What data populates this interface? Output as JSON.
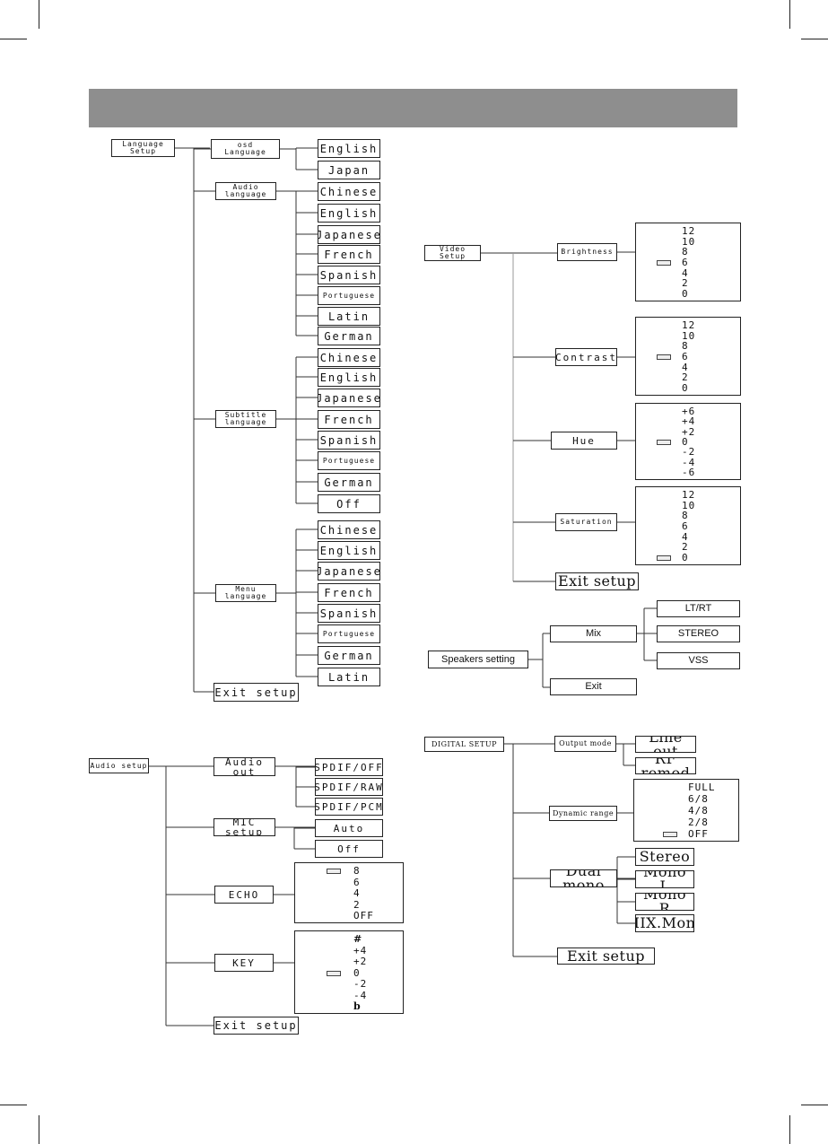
{
  "language_setup": {
    "root": "Language Setup",
    "osd": {
      "label": "osd\nLanguage",
      "options": [
        "English",
        "Japan"
      ]
    },
    "audio": {
      "label": "Audio\nlanguage",
      "options": [
        "Chinese",
        "English",
        "Japanese",
        "French",
        "Spanish",
        "Portuguese",
        "Latin",
        "German"
      ]
    },
    "subtitle": {
      "label": "Subtitle\nlanguage",
      "options": [
        "Chinese",
        "English",
        "Japanese",
        "French",
        "Spanish",
        "Portuguese",
        "German",
        "Off"
      ]
    },
    "menu": {
      "label": "Menu\nlanguage",
      "options": [
        "Chinese",
        "English",
        "Japanese",
        "French",
        "Spanish",
        "Portuguese",
        "German",
        "Latin"
      ]
    },
    "exit": "Exit setup"
  },
  "video_setup": {
    "root": "Video Setup",
    "brightness": {
      "label": "Brightness",
      "levels": [
        "12",
        "10",
        "8",
        "6",
        "4",
        "2",
        "0"
      ],
      "value": 6
    },
    "contrast": {
      "label": "Contrast",
      "levels": [
        "12",
        "10",
        "8",
        "6",
        "4",
        "2",
        "0"
      ],
      "value": 6
    },
    "hue": {
      "label": "Hue",
      "levels": [
        "+6",
        "+4",
        "+2",
        "0",
        "-2",
        "-4",
        "-6"
      ],
      "value": 0
    },
    "saturation": {
      "label": "Saturation",
      "levels": [
        "12",
        "10",
        "8",
        "6",
        "4",
        "2",
        "0"
      ],
      "value": 0
    },
    "exit": "Exit setup"
  },
  "speakers_setting": {
    "root": "Speakers setting",
    "mix": {
      "label": "Mix",
      "options": [
        "LT/RT",
        "STEREO",
        "VSS"
      ]
    },
    "exit": "Exit"
  },
  "audio_setup": {
    "root": "Audio setup",
    "audio_out": {
      "label": "Audio out",
      "options": [
        "SPDIF/OFF",
        "SPDIF/RAW",
        "SPDIF/PCM"
      ]
    },
    "mic_setup": {
      "label": "MIC setup",
      "options": [
        "Auto",
        "Off"
      ]
    },
    "echo": {
      "label": "ECHO",
      "levels": [
        "8",
        "6",
        "4",
        "2",
        "OFF"
      ],
      "value": 8
    },
    "key": {
      "label": "KEY",
      "levels": [
        "#",
        "+4",
        "+2",
        "0",
        "-2",
        "-4",
        "b"
      ],
      "value": 0
    },
    "exit": "Exit setup"
  },
  "digital_setup": {
    "root": "DIGITAL SETUP",
    "output_mode": {
      "label": "Output mode",
      "options": [
        "Line out",
        "RF  remod"
      ]
    },
    "dynamic_range": {
      "label": "Dynamic range",
      "levels": [
        "FULL",
        "6/8",
        "4/8",
        "2/8",
        "OFF"
      ],
      "value": "OFF"
    },
    "dual_mono": {
      "label": "Dual mono",
      "options": [
        "Stereo",
        "Mono L",
        "Mono R",
        "MIX.Mono"
      ]
    },
    "exit": "Exit setup"
  }
}
